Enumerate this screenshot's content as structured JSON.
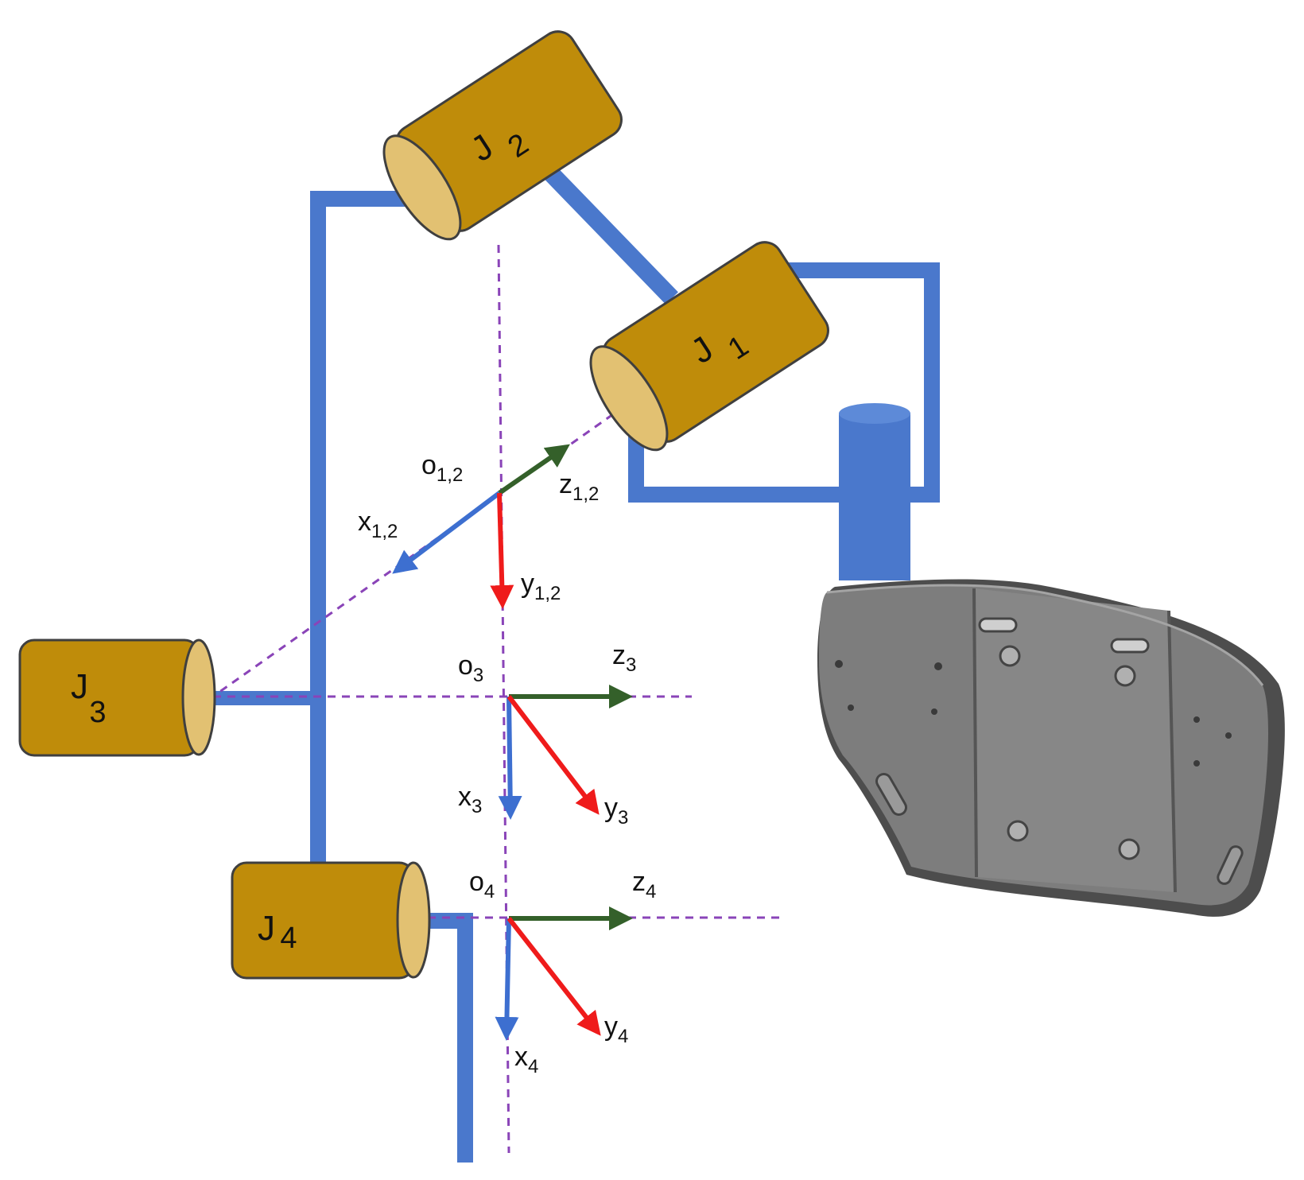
{
  "colors": {
    "link": "#4a78cc",
    "joint_body": "#bf8c0a",
    "joint_face": "#e2c172",
    "joint_outline": "#3f3f3f",
    "axis_dashed": "#8a44b8",
    "z_axis": "#34602a",
    "y_axis": "#ef1b1b",
    "x_axis": "#3d6fd0",
    "plate": "#7d7d7d",
    "plate_dark": "#4d4d4d",
    "plate_light": "#a4a4a4"
  },
  "joints": {
    "j1": {
      "main": "J",
      "sub": "1"
    },
    "j2": {
      "main": "J",
      "sub": "2"
    },
    "j3": {
      "main": "J",
      "sub": "3"
    },
    "j4": {
      "main": "J",
      "sub": "4"
    }
  },
  "frames": {
    "f12": {
      "origin": {
        "main": "o",
        "sub": "1,2"
      },
      "z": {
        "main": "z",
        "sub": "1,2"
      },
      "x": {
        "main": "x",
        "sub": "1,2"
      },
      "y": {
        "main": "y",
        "sub": "1,2"
      }
    },
    "f3": {
      "origin": {
        "main": "o",
        "sub": "3"
      },
      "z": {
        "main": "z",
        "sub": "3"
      },
      "x": {
        "main": "x",
        "sub": "3"
      },
      "y": {
        "main": "y",
        "sub": "3"
      }
    },
    "f4": {
      "origin": {
        "main": "o",
        "sub": "4"
      },
      "z": {
        "main": "z",
        "sub": "4"
      },
      "x": {
        "main": "x",
        "sub": "4"
      },
      "y": {
        "main": "y",
        "sub": "4"
      }
    }
  },
  "icons": {
    "actuator": "actuator-cylinder-icon",
    "plate": "foot-plate-icon"
  }
}
